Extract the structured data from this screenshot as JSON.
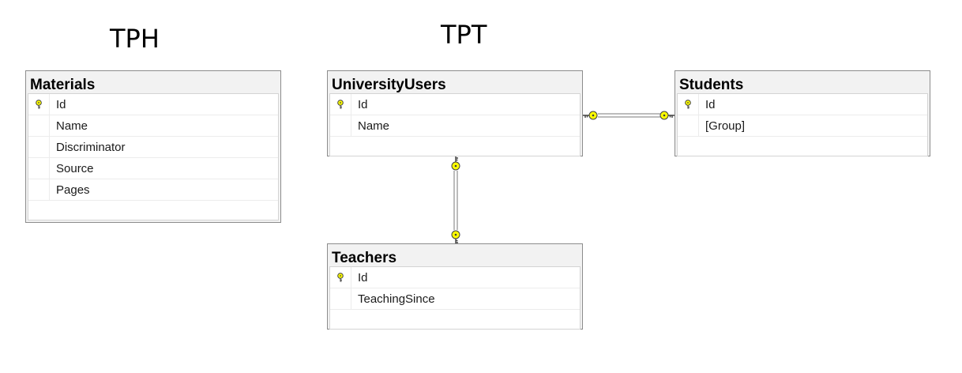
{
  "sections": {
    "tph_title": "TPH",
    "tpt_title": "TPT"
  },
  "tables": {
    "materials": {
      "name": "Materials",
      "columns": [
        {
          "name": "Id",
          "key": true
        },
        {
          "name": "Name",
          "key": false
        },
        {
          "name": "Discriminator",
          "key": false
        },
        {
          "name": "Source",
          "key": false
        },
        {
          "name": "Pages",
          "key": false
        }
      ]
    },
    "universityusers": {
      "name": "UniversityUsers",
      "columns": [
        {
          "name": "Id",
          "key": true
        },
        {
          "name": "Name",
          "key": false
        }
      ]
    },
    "students": {
      "name": "Students",
      "columns": [
        {
          "name": "Id",
          "key": true
        },
        {
          "name": "[Group]",
          "key": false
        }
      ]
    },
    "teachers": {
      "name": "Teachers",
      "columns": [
        {
          "name": "Id",
          "key": true
        },
        {
          "name": "TeachingSince",
          "key": false
        }
      ]
    }
  },
  "relationships": [
    {
      "from": "UniversityUsers",
      "to": "Students",
      "ends": [
        "key-icon",
        "key-icon"
      ]
    },
    {
      "from": "UniversityUsers",
      "to": "Teachers",
      "ends": [
        "key-icon",
        "key-icon"
      ]
    }
  ],
  "colors": {
    "key": "#ffff00",
    "key_outline": "#404040",
    "relationship_line": "#7a7a7a"
  }
}
